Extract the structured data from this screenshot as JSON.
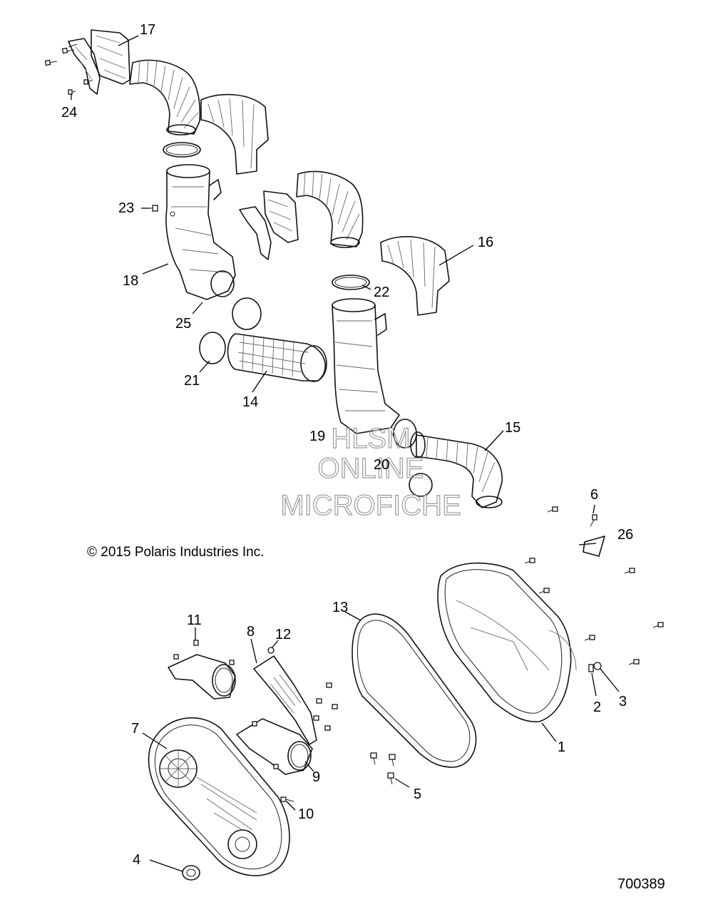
{
  "callouts": {
    "c1": "1",
    "c2": "2",
    "c3": "3",
    "c4": "4",
    "c5": "5",
    "c6": "6",
    "c7": "7",
    "c8": "8",
    "c9": "9",
    "c10": "10",
    "c11": "11",
    "c12": "12",
    "c13": "13",
    "c14": "14",
    "c15": "15",
    "c16": "16",
    "c17": "17",
    "c18": "18",
    "c19": "19",
    "c20": "20",
    "c21": "21",
    "c22": "22",
    "c23": "23",
    "c24": "24",
    "c25": "25",
    "c26": "26"
  },
  "copyright": "© 2015 Polaris Industries Inc.",
  "drawing_number": "700389",
  "watermark": {
    "line1": "HLSM",
    "line2": "ONLINE",
    "line3": "MICROFICHE"
  }
}
